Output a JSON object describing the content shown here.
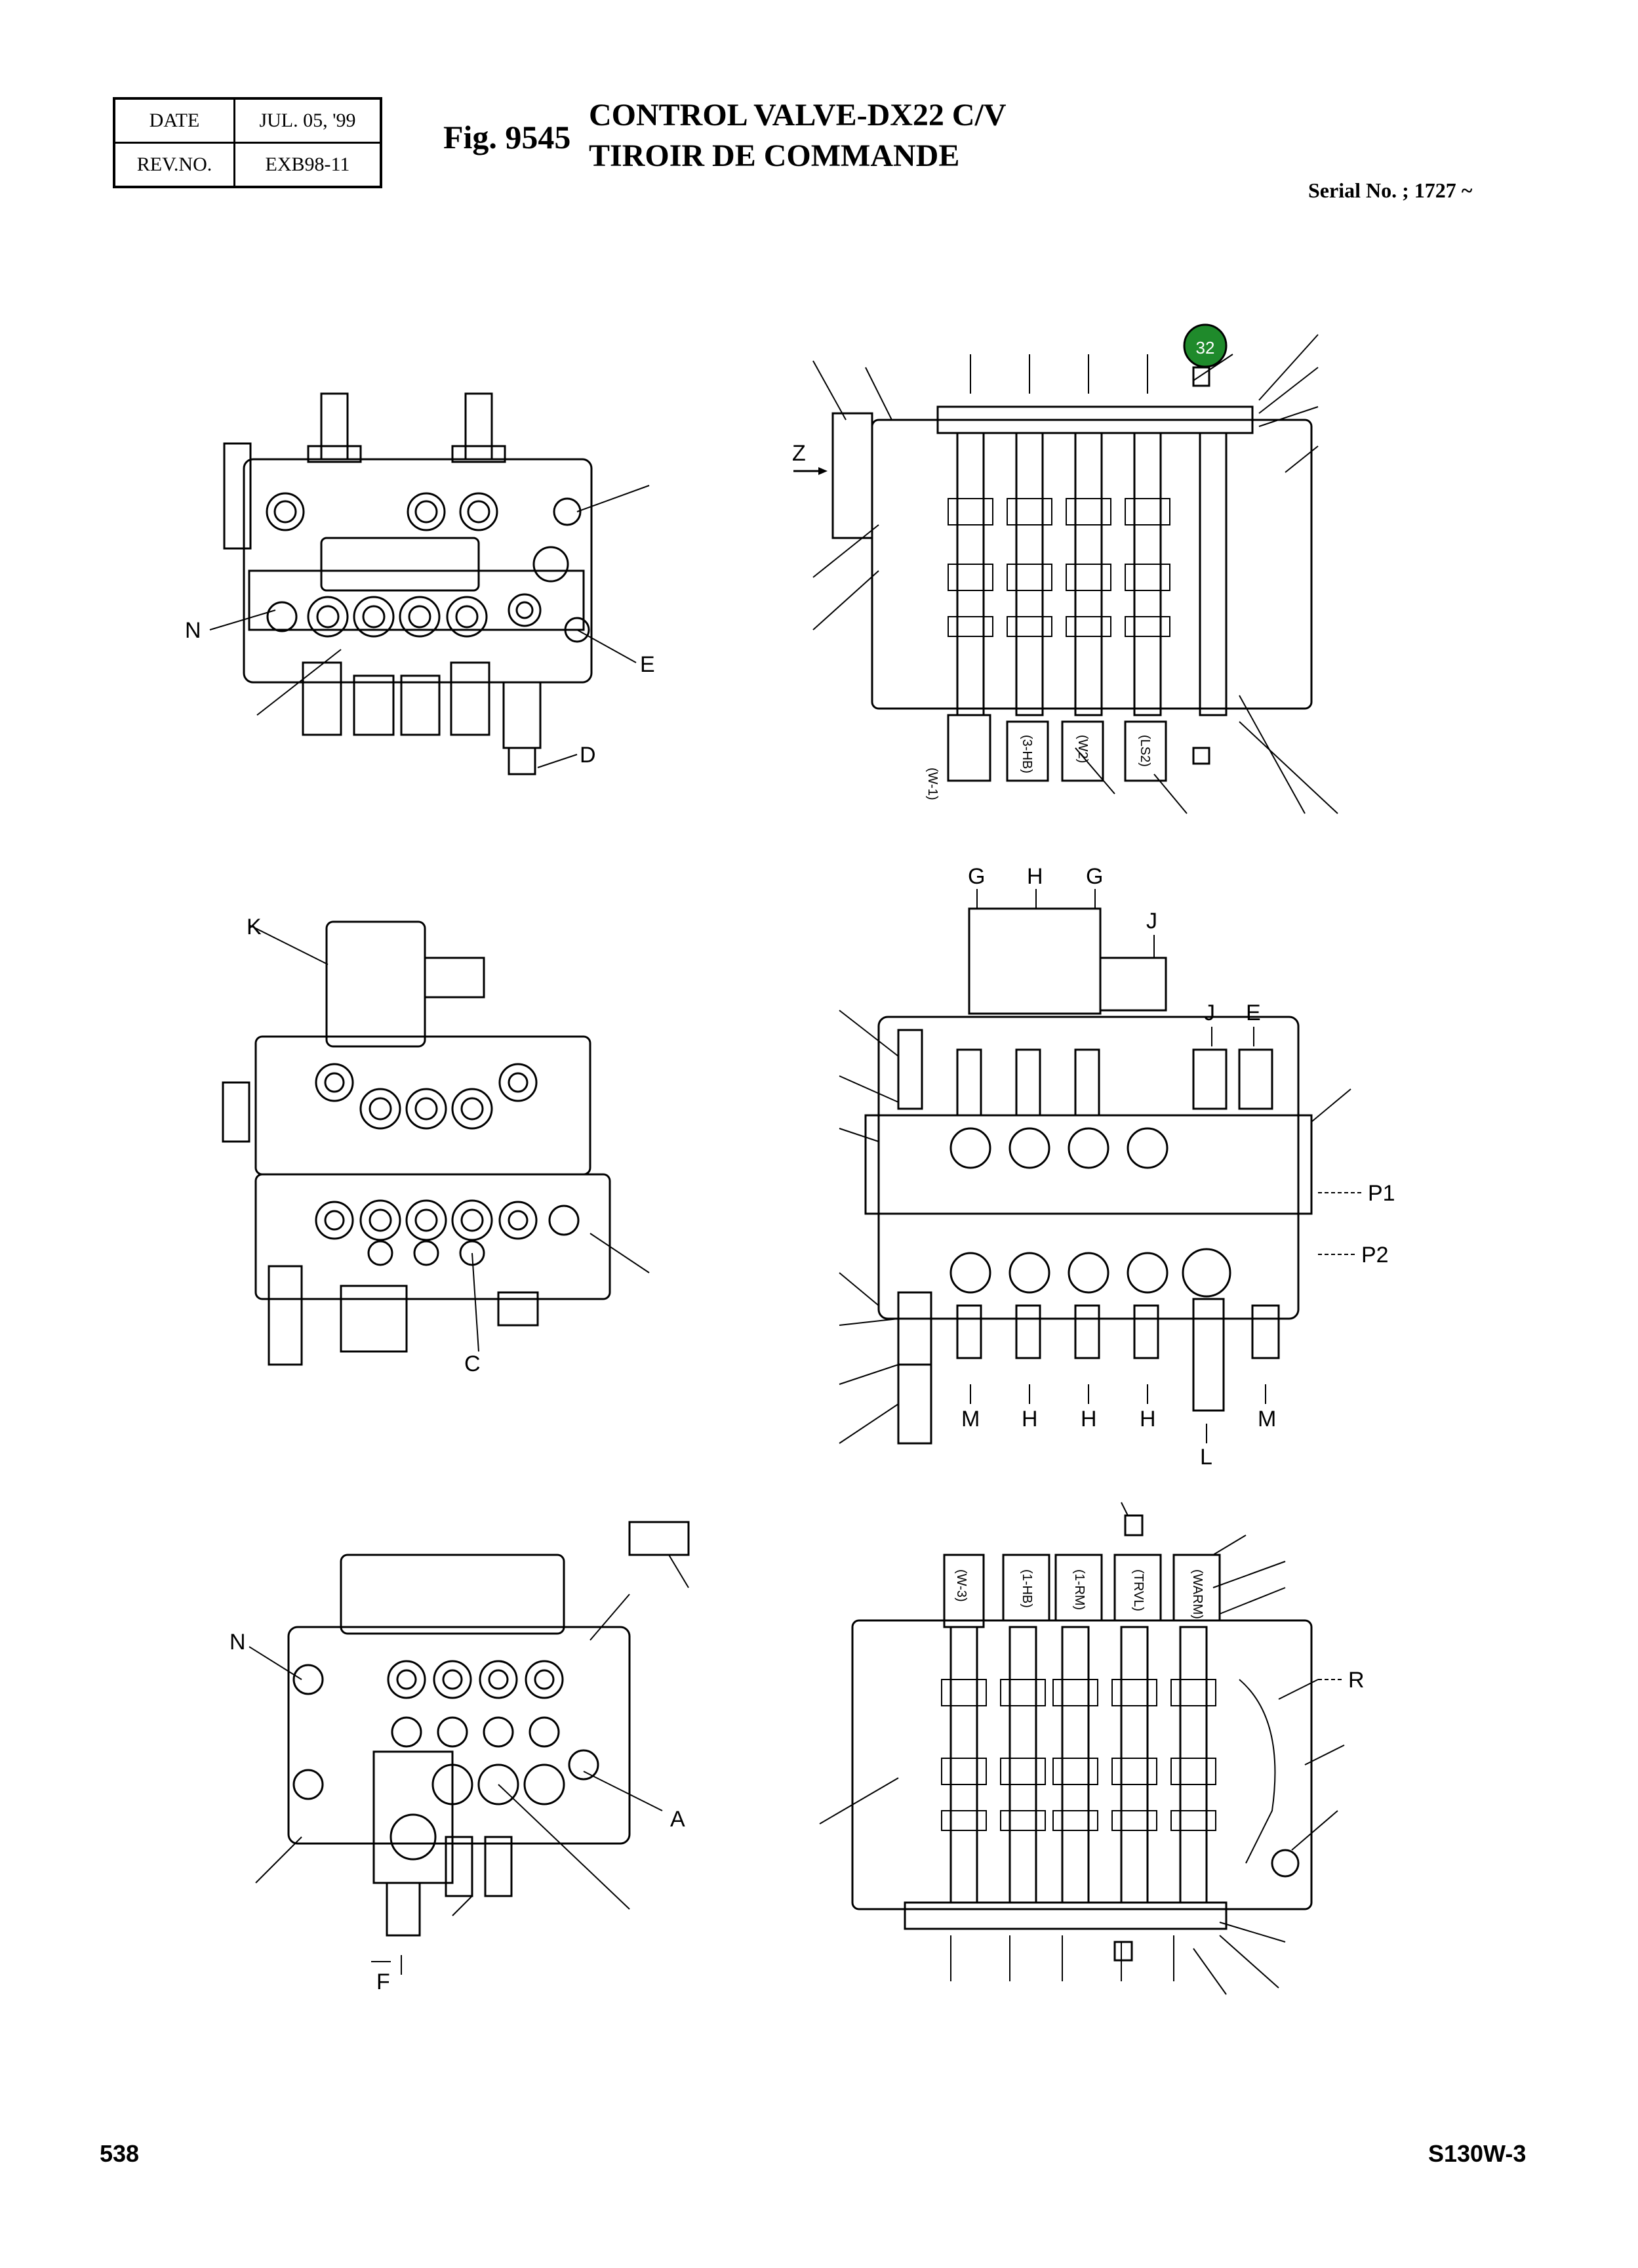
{
  "header": {
    "date_label": "DATE",
    "date_value": "JUL. 05, '99",
    "rev_label": "REV.NO.",
    "rev_value": "EXB98-11",
    "fig_label": "Fig. 9545",
    "title_line1": "CONTROL VALVE-DX22 C/V",
    "title_line2": "TIROIR DE COMMANDE",
    "serial": "Serial No. ; 1727 ~"
  },
  "callout": {
    "number": "32",
    "color": "#1f8a2b"
  },
  "view_labels": {
    "top_left": {
      "n": "N",
      "e": "E",
      "d": "D"
    },
    "top_right": {
      "z": "Z"
    },
    "mid_left": {
      "k": "K",
      "c": "C"
    },
    "mid_right": {
      "g1": "G",
      "h_top": "H",
      "g2": "G",
      "j1": "J",
      "j2": "J",
      "e": "E",
      "p1": "P1",
      "p2": "P2",
      "m1": "M",
      "h1": "H",
      "h2": "H",
      "h3": "H",
      "l": "L",
      "m2": "M"
    },
    "bot_left": {
      "n": "N",
      "a": "A",
      "f": "F"
    },
    "bot_right": {
      "r": "R"
    }
  },
  "solenoid_tags": {
    "top": [
      "(W-1)",
      "(3-HB)",
      "(W2)",
      "(LS2)"
    ],
    "bottom": [
      "(W-3)",
      "(1-HB)",
      "(1-RM)",
      "(TRVL)",
      "(WARM)"
    ]
  },
  "footer": {
    "page": "538",
    "model": "S130W-3"
  }
}
